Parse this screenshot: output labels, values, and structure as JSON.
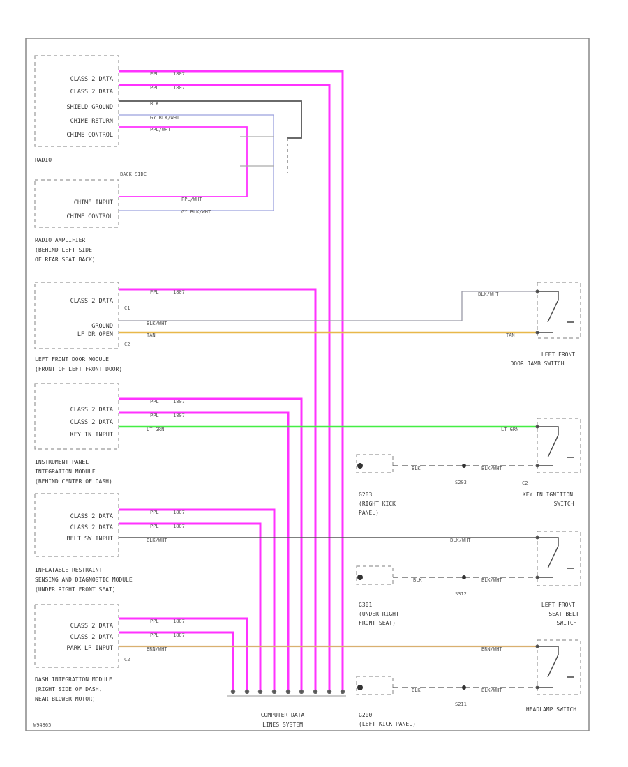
{
  "colors": {
    "class2": "#ff33ff",
    "tan": "#e8b84a",
    "ltgrn": "#44ee44",
    "gray": "#9a9aa8",
    "black": "#555555",
    "brown": "#d9b070",
    "blue": "#9aa0dd"
  },
  "modules": {
    "radio": {
      "pins": [
        "CLASS 2 DATA",
        "CLASS 2 DATA",
        "SHIELD GROUND",
        "CHIME RETURN",
        "CHIME CONTROL"
      ],
      "caption": [
        "RADIO"
      ]
    },
    "amp": {
      "header": "BACK SIDE",
      "pins": [
        "CHIME INPUT",
        "CHIME CONTROL"
      ],
      "caption": [
        "RADIO AMPLIFIER",
        "(BEHIND LEFT SIDE",
        "OF REAR SEAT BACK)"
      ]
    },
    "door": {
      "pins": [
        "CLASS 2 DATA",
        "GROUND",
        "LF DR OPEN"
      ],
      "conn": [
        "C1",
        "C2"
      ],
      "caption": [
        "LEFT FRONT DOOR MODULE",
        "(FRONT OF LEFT FRONT DOOR)"
      ]
    },
    "ipc": {
      "pins": [
        "CLASS 2 DATA",
        "CLASS 2 DATA",
        "KEY IN INPUT"
      ],
      "caption": [
        "INSTRUMENT PANEL",
        "INTEGRATION MODULE",
        "(BEHIND CENTER OF DASH)"
      ]
    },
    "sdm": {
      "pins": [
        "CLASS 2 DATA",
        "CLASS 2 DATA",
        "BELT SW INPUT"
      ],
      "caption": [
        "INFLATABLE RESTRAINT",
        "SENSING AND DIAGNOSTIC MODULE",
        "(UNDER RIGHT FRONT SEAT)"
      ]
    },
    "dim": {
      "pins": [
        "CLASS 2 DATA",
        "CLASS 2 DATA",
        "PARK LP INPUT"
      ],
      "conn": [
        "C2"
      ],
      "caption": [
        "DASH INTEGRATION MODULE",
        "(RIGHT SIDE OF DASH,",
        "NEAR BLOWER MOTOR)"
      ]
    }
  },
  "wires": {
    "class2": "PPL",
    "class2_circ": "1807",
    "blkwht": "BLK/WHT",
    "tan": "TAN",
    "ltgrn": "LT GRN",
    "brnwht": "BRN/WHT",
    "blk": "BLK",
    "ppl_wht": "PPL/WHT",
    "gy_blkwht": "GY BLK/WHT"
  },
  "switches": {
    "door_jamb": [
      "LEFT FRONT",
      "DOOR JAMB SWITCH"
    ],
    "key": [
      "KEY IN IGNITION",
      "SWITCH"
    ],
    "belt": [
      "LEFT FRONT",
      "SEAT BELT",
      "SWITCH"
    ],
    "headlamp": [
      "HEADLAMP SWITCH"
    ]
  },
  "grounds": {
    "g203": [
      "G203",
      "(RIGHT KICK",
      "PANEL)"
    ],
    "g301": [
      "G301",
      "(UNDER RIGHT",
      "FRONT SEAT)"
    ],
    "g200": [
      "G200",
      "(LEFT KICK PANEL)"
    ]
  },
  "splices": {
    "s203": "S203",
    "s312": "S312",
    "s211": "S211",
    "c2": "C2"
  },
  "star": [
    "COMPUTER DATA",
    "LINES SYSTEM"
  ],
  "footer_code": "W94865"
}
